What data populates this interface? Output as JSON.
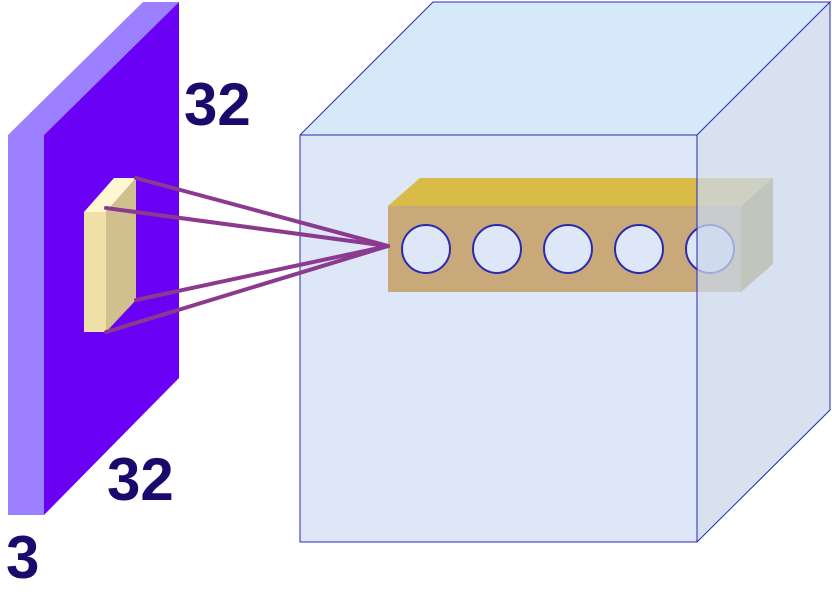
{
  "labels": {
    "height": "32",
    "width": "32",
    "depth": "3"
  },
  "neurons": {
    "count": 5
  },
  "colors": {
    "input_front": "#6a00f4",
    "input_side": "#9b80ff",
    "input_top": "#9b80ff",
    "filter_front": "#f0dfa6",
    "filter_side": "#cfc08e",
    "filter_top": "#fff7d0",
    "connection_line": "#8b3a8f",
    "cube_front": "#dde7f7",
    "cube_top": "#d6e9fb",
    "cube_side": "#c9d7ea",
    "cube_edge": "#2a2ab0",
    "column_front": "#c9a87a",
    "column_top": "#d9bb47",
    "column_side": "#ad8c3f",
    "neuron_fill": "#dde7f7",
    "neuron_stroke": "#2a2ab0",
    "label": "#1a0a6b"
  }
}
